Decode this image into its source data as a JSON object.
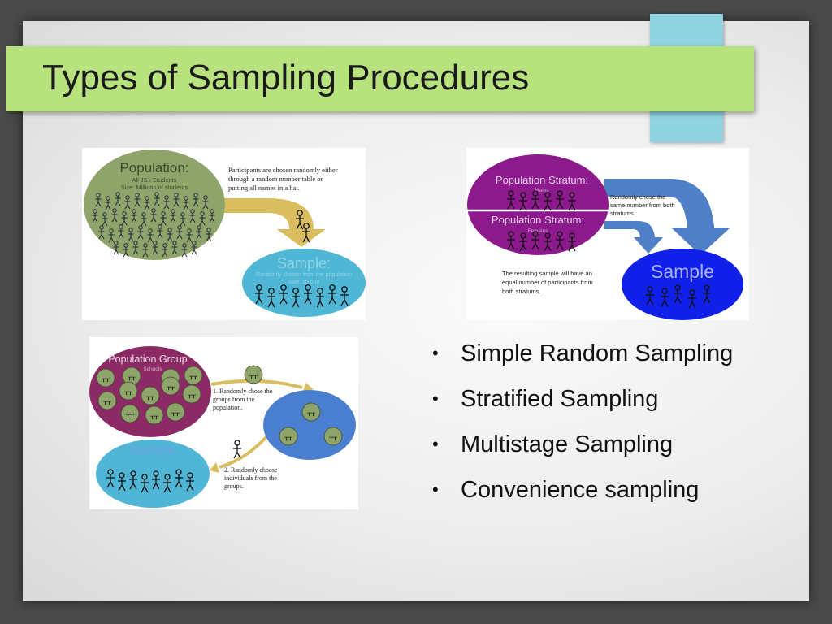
{
  "title": "Types of Sampling Procedures",
  "simple_random": {
    "population_label": "Population:",
    "population_line1": "All JS1 Students",
    "population_line2": "Size: Millions of students",
    "caption_line1": "Participants are chosen randomly either",
    "caption_line2": "through a random number table or",
    "caption_line3": "putting all names in a hat.",
    "sample_label": "Sample:",
    "sample_line1": "Randomly chosen from the population",
    "sample_line2": "Size: 15,000"
  },
  "stratified": {
    "stratum1_label": "Population Stratum:",
    "stratum1_sub": "Males",
    "stratum2_label": "Population Stratum:",
    "stratum2_sub": "Females",
    "caption_line1": "Randomly chose the",
    "caption_line2": "same number from both",
    "caption_line3": "stratums.",
    "note_line1": "The resulting sample will have an",
    "note_line2": "equal number of participants from",
    "note_line3": "both stratums.",
    "sample_label": "Sample"
  },
  "multistage": {
    "group_label": "Population Group",
    "group_sub": "Schools",
    "step1_line1": "1. Randomly chose the",
    "step1_line2": "groups from the",
    "step1_line3": "population.",
    "sample_label": "Sample",
    "step2_line1": "2. Randomly choose",
    "step2_line2": "individuals from the",
    "step2_line3": "groups."
  },
  "bullets": [
    "Simple Random Sampling",
    "Stratified Sampling",
    "Multistage Sampling",
    "Convenience sampling"
  ],
  "colors": {
    "title_bar": "#b7e27e",
    "accent": "#8fd3e0",
    "population_green": "#8fa46b",
    "sample_teal": "#4fb6d6",
    "arrow_gold": "#d9bd5e",
    "stratum_purple": "#8c1a8c",
    "stratified_sample_blue": "#1020e8",
    "arrow_blue": "#4f7fc7",
    "group_maroon": "#8c2a66",
    "group_blue": "#4a7fd0"
  }
}
